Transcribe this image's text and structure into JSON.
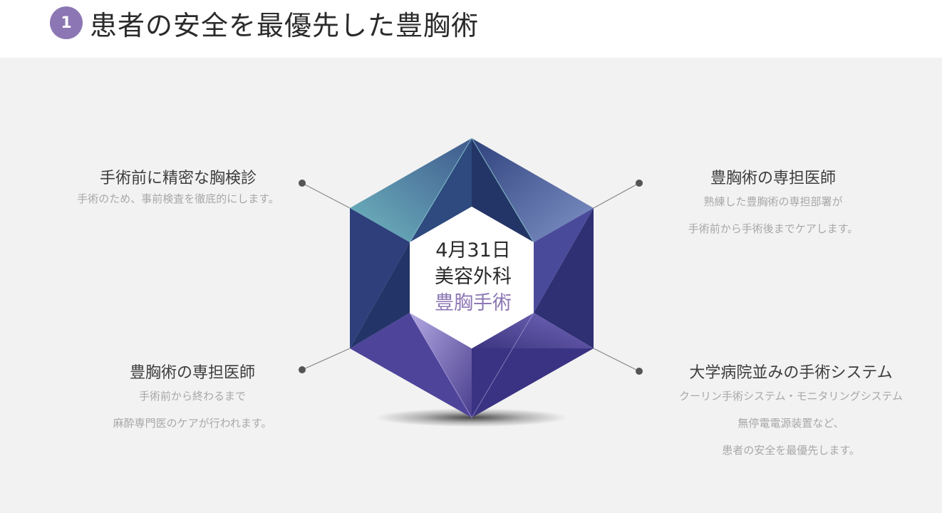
{
  "header": {
    "number": "1",
    "title": "患者の安全を最優先した豊胸術"
  },
  "center": {
    "line1": "4月31日",
    "line2": "美容外科",
    "line3": "豊胸手術"
  },
  "features": {
    "top_left": {
      "heading": "手術前に精密な胸検診",
      "lines": [
        "手術のため、事前検査を徹底的にします。"
      ]
    },
    "top_right": {
      "heading": "豊胸術の専担医師",
      "lines": [
        "熟練した豊胸術の専担部署が",
        "手術前から手術後までケアします。"
      ]
    },
    "bottom_left": {
      "heading": "豊胸術の専担医師",
      "lines": [
        "手術前から終わるまで",
        "麻酔専門医のケアが行われます。"
      ]
    },
    "bottom_right": {
      "heading": "大学病院並みの手術システム",
      "lines": [
        "クーリン手術システム・モニタリングシステム",
        "無停電電源装置など、",
        "患者の安全を最優先します。"
      ]
    }
  },
  "colors": {
    "accent": "#8c77b4",
    "panel_bg": "#f2f2f2",
    "hex_teal": "#6aaeb8",
    "hex_navy": "#2d3e77",
    "hex_violet": "#4f4794",
    "hex_lilac": "#a79bd8"
  }
}
